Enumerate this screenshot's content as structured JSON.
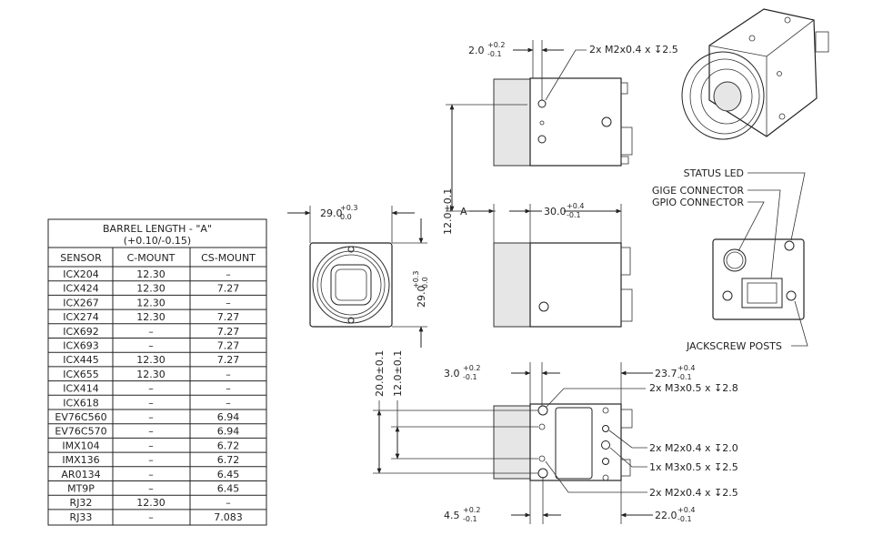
{
  "table": {
    "title": "BARREL LENGTH - \"A\"",
    "tolerance": "(+0.10/-0.15)",
    "headers": [
      "SENSOR",
      "C-MOUNT",
      "CS-MOUNT"
    ],
    "rows": [
      [
        "ICX204",
        "12.30",
        "–"
      ],
      [
        "ICX424",
        "12.30",
        "7.27"
      ],
      [
        "ICX267",
        "12.30",
        "–"
      ],
      [
        "ICX274",
        "12.30",
        "7.27"
      ],
      [
        "ICX692",
        "–",
        "7.27"
      ],
      [
        "ICX693",
        "–",
        "7.27"
      ],
      [
        "ICX445",
        "12.30",
        "7.27"
      ],
      [
        "ICX655",
        "12.30",
        "–"
      ],
      [
        "ICX414",
        "–",
        "–"
      ],
      [
        "ICX618",
        "–",
        "–"
      ],
      [
        "EV76C560",
        "–",
        "6.94"
      ],
      [
        "EV76C570",
        "–",
        "6.94"
      ],
      [
        "IMX104",
        "–",
        "6.72"
      ],
      [
        "IMX136",
        "–",
        "6.72"
      ],
      [
        "AR0134",
        "–",
        "6.45"
      ],
      [
        "MT9P",
        "–",
        "6.45"
      ],
      [
        "RJ32",
        "12.30",
        "–"
      ],
      [
        "RJ33",
        "–",
        "7.083"
      ]
    ]
  },
  "dims": {
    "front_w": "29.0",
    "front_w_tol_top": "+0.3",
    "front_w_tol_bot": "0.0",
    "front_h": "29.0",
    "front_h_tol_top": "+0.3",
    "front_h_tol_bot": "0.0",
    "top_offset": "2.0",
    "top_offset_tol_top": "+0.2",
    "top_offset_tol_bot": "-0.1",
    "side_height": "12.0±0.1",
    "side_a_label": "A",
    "side_len": "30.0",
    "side_len_tol_top": "+0.4",
    "side_len_tol_bot": "-0.1",
    "bot_off_top": "3.0",
    "bot_off_top_tol_top": "+0.2",
    "bot_off_top_tol_bot": "-0.1",
    "bot_len_top": "23.7",
    "bot_len_top_tol_top": "+0.4",
    "bot_len_top_tol_bot": "-0.1",
    "bot_off_bot": "4.5",
    "bot_off_bot_tol_top": "+0.2",
    "bot_off_bot_tol_bot": "-0.1",
    "bot_len_bot": "22.0",
    "bot_len_bot_tol_top": "+0.4",
    "bot_len_bot_tol_bot": "-0.1",
    "bot_h20": "20.0±0.1",
    "bot_h12": "12.0±0.1"
  },
  "callouts": {
    "top_holes": "2x  M2x0.4  x  ↧2.5",
    "status_led": "STATUS LED",
    "gige": "GIGE CONNECTOR",
    "gpio": "GPIO CONNECTOR",
    "jackscrew": "JACKSCREW POSTS",
    "bottom_m3_28": "2x  M3x0.5  x  ↧2.8",
    "bottom_m2_20": "2x  M2x0.4  x  ↧2.0",
    "bottom_m3_25": "1x  M3x0.5  x  ↧2.5",
    "bottom_m2_25": "2x  M2x0.4  x  ↧2.5"
  }
}
